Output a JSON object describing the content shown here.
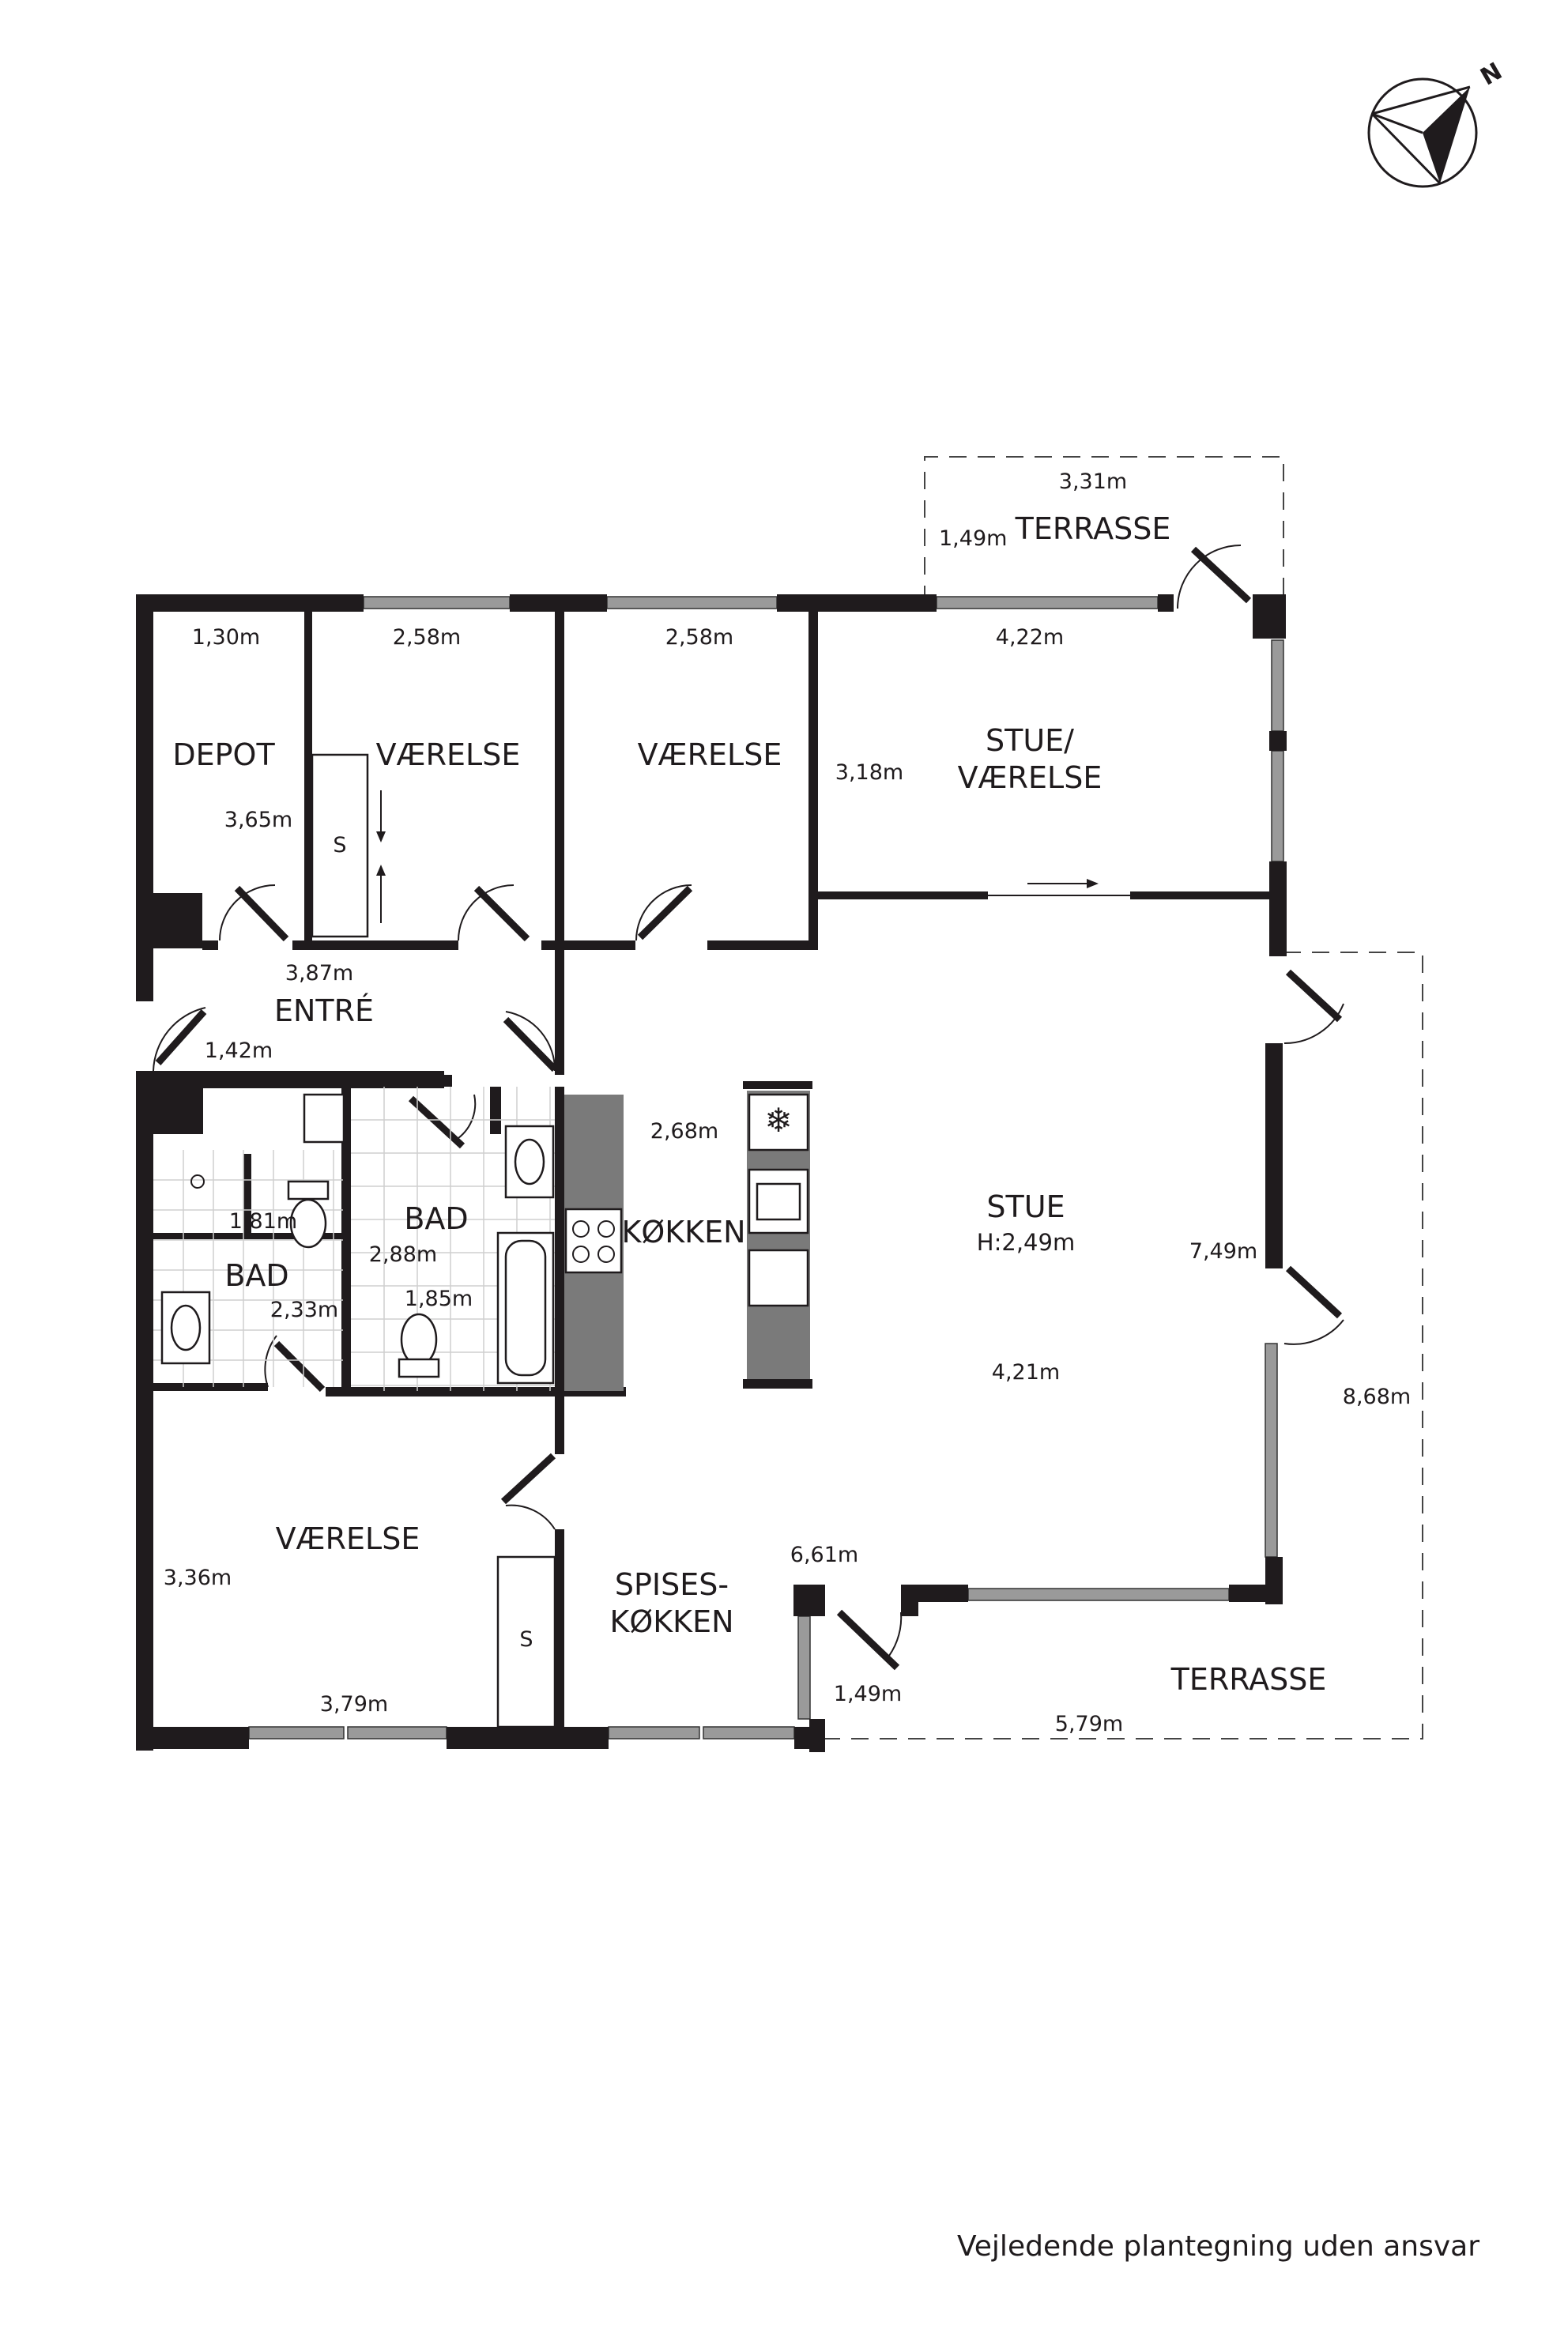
{
  "labels": {
    "depot": "DEPOT",
    "vaerelse_1": "VÆRELSE",
    "vaerelse_2": "VÆRELSE",
    "stue_vaerelse_1": "STUE/",
    "stue_vaerelse_2": "VÆRELSE",
    "terrasse_top": "TERRASSE",
    "entre": "ENTRÉ",
    "bad_1": "BAD",
    "bad_2": "BAD",
    "kokken": "KØKKEN",
    "stue": "STUE",
    "stue_height": "H:2,49m",
    "vaerelse_3": "VÆRELSE",
    "spises_1": "SPISES-",
    "spises_2": "KØKKEN",
    "terrasse_bottom": "TERRASSE",
    "skab_1": "S",
    "skab_2": "S",
    "compass_n": "N"
  },
  "dimensions": {
    "terrasse_top_w": "3,31m",
    "terrasse_top_d": "1,49m",
    "depot_w": "1,30m",
    "vaerelse1_w": "2,58m",
    "vaerelse2_w": "2,58m",
    "stue_vaer_w": "4,22m",
    "stue_vaer_d": "3,18m",
    "depot_d": "3,65m",
    "entre_w": "3,87m",
    "entre_d": "1,42m",
    "kokken_w": "2,68m",
    "bad1_w": "1,81m",
    "bad2_d": "2,88m",
    "bad1_d": "2,33m",
    "bad2_w": "1,85m",
    "stue_d": "7,49m",
    "stue_w": "4,21m",
    "terrasse_right_d": "8,68m",
    "vaerelse3_d": "3,36m",
    "spises_w": "6,61m",
    "vaerelse3_w": "3,79m",
    "terrasse_bottom_d": "1,49m",
    "terrasse_bottom_w": "5,79m"
  },
  "footer": {
    "disclaimer": "Vejledende plantegning uden ansvar"
  }
}
